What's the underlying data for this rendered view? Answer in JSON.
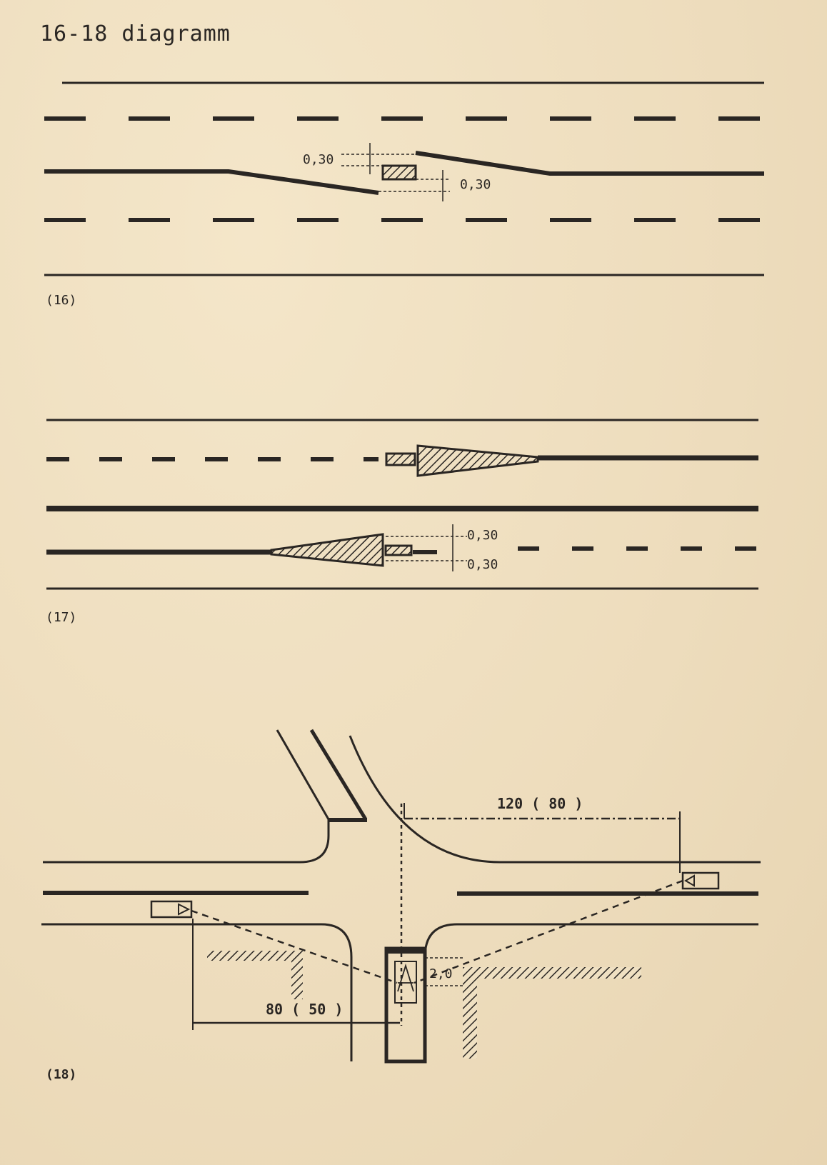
{
  "title": "16-18 diagramm",
  "figures": [
    {
      "label": "(16)",
      "dims": [
        "0,30",
        "0,30"
      ]
    },
    {
      "label": "(17)",
      "dims": [
        "0,30",
        "0,30"
      ]
    },
    {
      "label": "(18)",
      "dims": [
        "120 ( 80 )",
        "80 ( 50 )",
        "2,0"
      ]
    }
  ],
  "colors": {
    "paper": "#efe0c2",
    "ink": "#2a2623"
  }
}
